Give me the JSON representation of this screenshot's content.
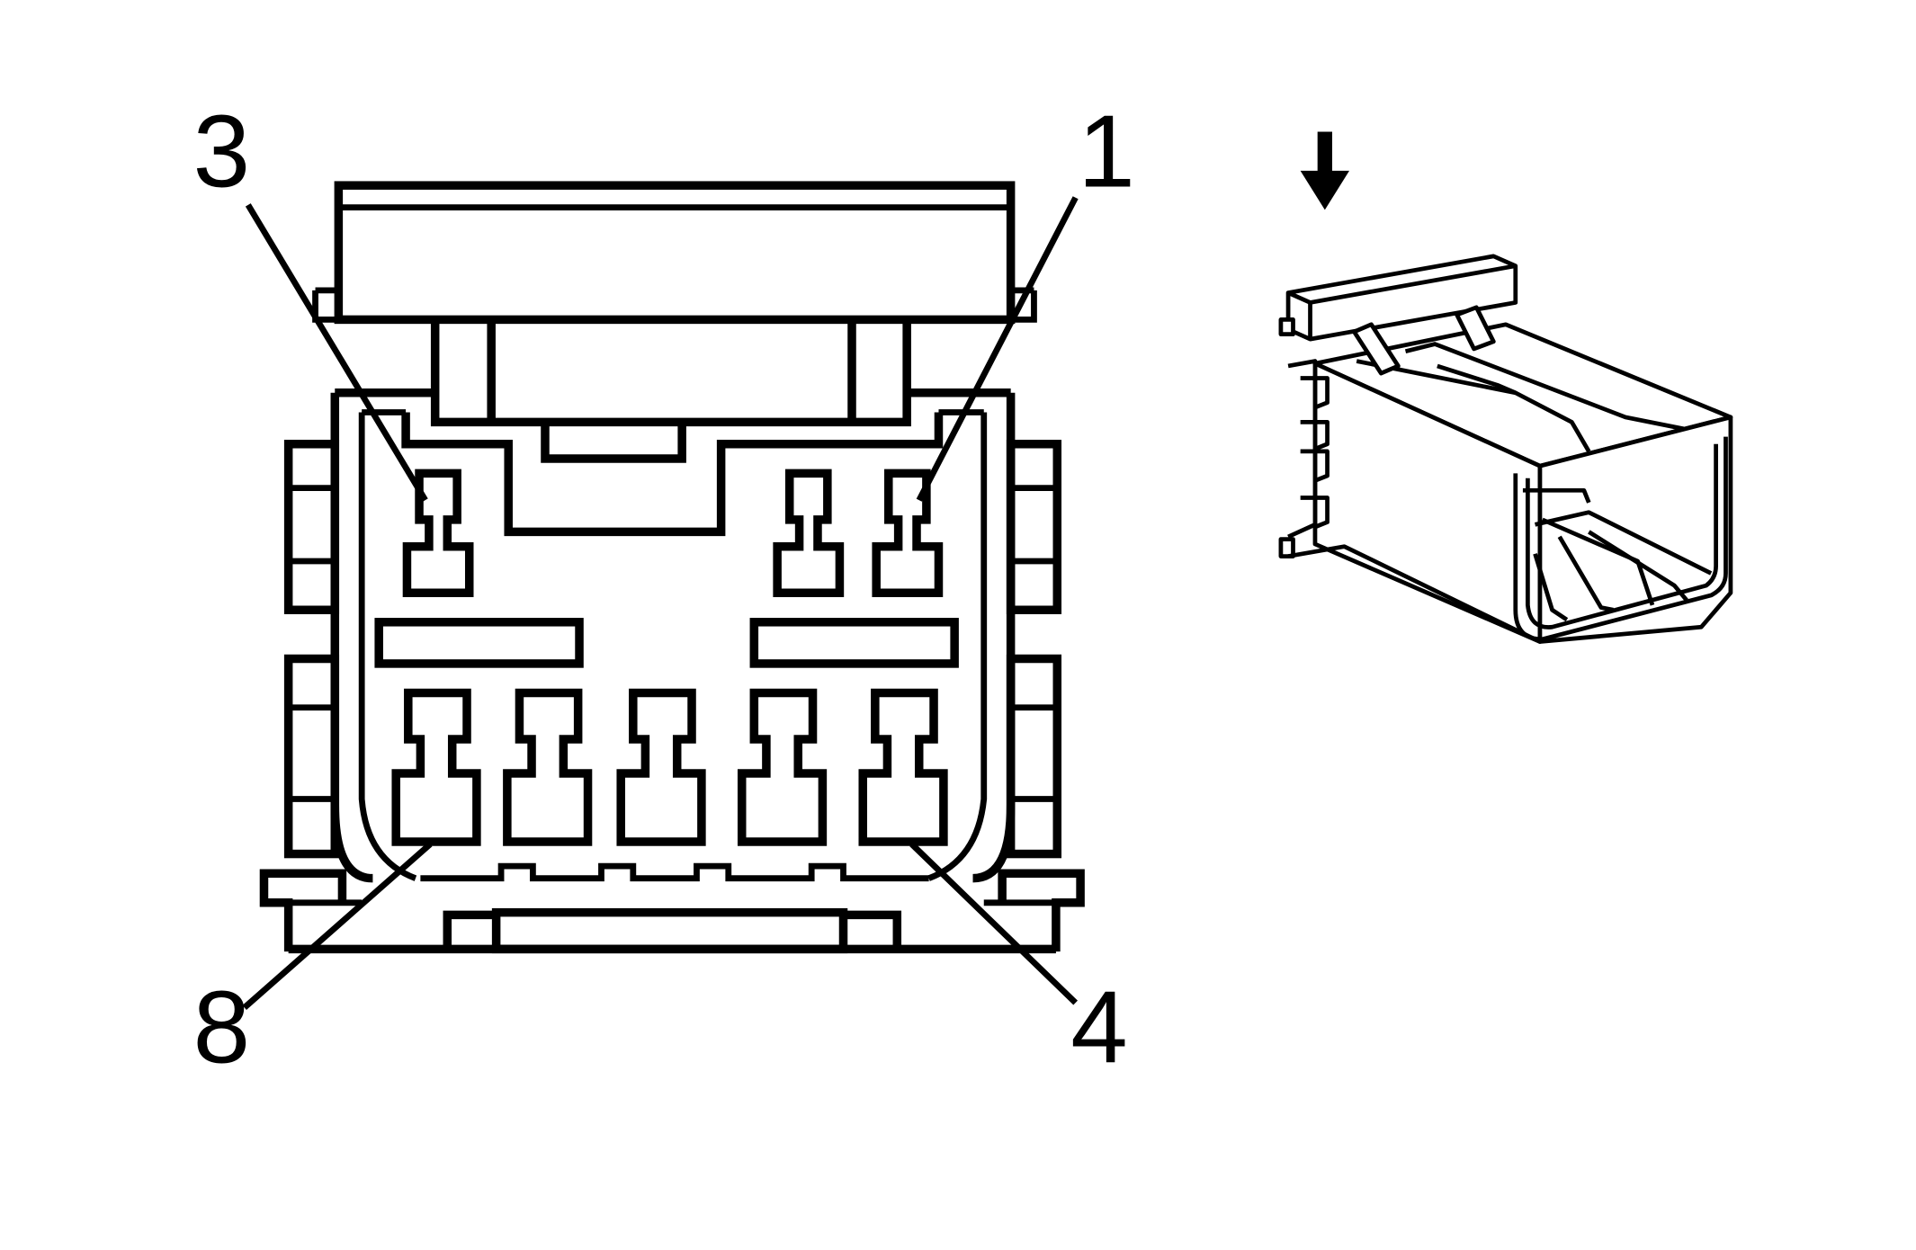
{
  "pin_labels": {
    "top_left": "3",
    "top_right": "1",
    "bottom_left": "8",
    "bottom_right": "4"
  },
  "icons": {
    "view_arrow": "down-arrow-icon",
    "connector_iso": "connector-isometric-icon"
  },
  "colors": {
    "line": "#000000",
    "background": "#ffffff"
  }
}
